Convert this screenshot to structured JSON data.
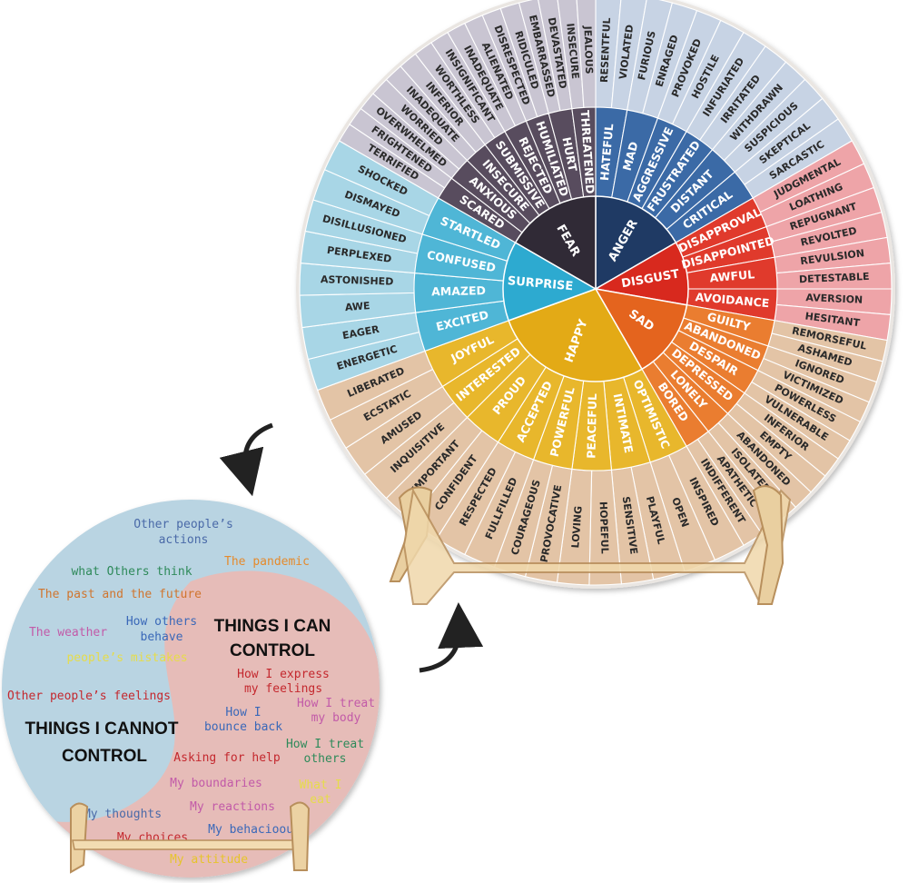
{
  "emotion_wheel": {
    "core": [
      {
        "label": "ANGER",
        "color": "#1f3a64"
      },
      {
        "label": "DISGUST",
        "color": "#d8291e"
      },
      {
        "label": "SAD",
        "color": "#e4641e"
      },
      {
        "label": "HAPPY",
        "color": "#e3aa16"
      },
      {
        "label": "SURPRISE",
        "color": "#2daad0"
      },
      {
        "label": "FEAR",
        "color": "#302a36"
      }
    ],
    "middle": [
      {
        "label": "HATEFUL",
        "group": 0
      },
      {
        "label": "MAD",
        "group": 0
      },
      {
        "label": "AGGRESSIVE",
        "group": 0
      },
      {
        "label": "FRUSTRATED",
        "group": 0
      },
      {
        "label": "DISTANT",
        "group": 0
      },
      {
        "label": "CRITICAL",
        "group": 0
      },
      {
        "label": "DISAPPROVAL",
        "group": 1
      },
      {
        "label": "DISAPPOINTED",
        "group": 1
      },
      {
        "label": "AWFUL",
        "group": 1
      },
      {
        "label": "AVOIDANCE",
        "group": 1
      },
      {
        "label": "GUILTY",
        "group": 2
      },
      {
        "label": "ABANDONED",
        "group": 2
      },
      {
        "label": "DESPAIR",
        "group": 2
      },
      {
        "label": "DEPRESSED",
        "group": 2
      },
      {
        "label": "LONELY",
        "group": 2
      },
      {
        "label": "BORED",
        "group": 2
      },
      {
        "label": "OPTIMISTIC",
        "group": 3
      },
      {
        "label": "INTIMATE",
        "group": 3
      },
      {
        "label": "PEACEFUL",
        "group": 3
      },
      {
        "label": "POWERFUL",
        "group": 3
      },
      {
        "label": "ACCEPTED",
        "group": 3
      },
      {
        "label": "PROUD",
        "group": 3
      },
      {
        "label": "INTERESTED",
        "group": 3
      },
      {
        "label": "JOYFUL",
        "group": 3
      },
      {
        "label": "EXCITED",
        "group": 4
      },
      {
        "label": "AMAZED",
        "group": 4
      },
      {
        "label": "CONFUSED",
        "group": 4
      },
      {
        "label": "STARTLED",
        "group": 4
      },
      {
        "label": "SCARED",
        "group": 5
      },
      {
        "label": "ANXIOUS",
        "group": 5
      },
      {
        "label": "INSECURE",
        "group": 5
      },
      {
        "label": "SUBMISSIVE",
        "group": 5
      },
      {
        "label": "REJECTED",
        "group": 5
      },
      {
        "label": "HUMILIATED",
        "group": 5
      },
      {
        "label": "HURT",
        "group": 5
      },
      {
        "label": "THREATENED",
        "group": 5
      }
    ],
    "outer": [
      {
        "label": "RESENTFUL",
        "group": 0
      },
      {
        "label": "VIOLATED",
        "group": 0
      },
      {
        "label": "FURIOUS",
        "group": 0
      },
      {
        "label": "ENRAGED",
        "group": 0
      },
      {
        "label": "PROVOKED",
        "group": 0
      },
      {
        "label": "HOSTILE",
        "group": 0
      },
      {
        "label": "INFURIATED",
        "group": 0
      },
      {
        "label": "IRRITATED",
        "group": 0
      },
      {
        "label": "WITHDRAWN",
        "group": 0
      },
      {
        "label": "SUSPICIOUS",
        "group": 0
      },
      {
        "label": "SKEPTICAL",
        "group": 0
      },
      {
        "label": "SARCASTIC",
        "group": 0
      },
      {
        "label": "JUDGMENTAL",
        "group": 1
      },
      {
        "label": "LOATHING",
        "group": 1
      },
      {
        "label": "REPUGNANT",
        "group": 1
      },
      {
        "label": "REVOLTED",
        "group": 1
      },
      {
        "label": "REVULSION",
        "group": 1
      },
      {
        "label": "DETESTABLE",
        "group": 1
      },
      {
        "label": "AVERSION",
        "group": 1
      },
      {
        "label": "HESITANT",
        "group": 1
      },
      {
        "label": "REMORSEFUL",
        "group": 2
      },
      {
        "label": "ASHAMED",
        "group": 2
      },
      {
        "label": "IGNORED",
        "group": 2
      },
      {
        "label": "VICTIMIZED",
        "group": 2
      },
      {
        "label": "POWERLESS",
        "group": 2
      },
      {
        "label": "VULNERABLE",
        "group": 2
      },
      {
        "label": "INFERIOR",
        "group": 2
      },
      {
        "label": "EMPTY",
        "group": 2
      },
      {
        "label": "ABANDONED",
        "group": 2
      },
      {
        "label": "ISOLATED",
        "group": 2
      },
      {
        "label": "APATHETIC",
        "group": 2
      },
      {
        "label": "INDIFFERENT",
        "group": 2
      },
      {
        "label": "INSPIRED",
        "group": 3
      },
      {
        "label": "OPEN",
        "group": 3
      },
      {
        "label": "PLAYFUL",
        "group": 3
      },
      {
        "label": "SENSITIVE",
        "group": 3
      },
      {
        "label": "HOPEFUL",
        "group": 3
      },
      {
        "label": "LOVING",
        "group": 3
      },
      {
        "label": "PROVOCATIVE",
        "group": 3
      },
      {
        "label": "COURAGEOUS",
        "group": 3
      },
      {
        "label": "FULLFILLED",
        "group": 3
      },
      {
        "label": "RESPECTED",
        "group": 3
      },
      {
        "label": "CONFIDENT",
        "group": 3
      },
      {
        "label": "IMPORTANT",
        "group": 3
      },
      {
        "label": "INQUISITIVE",
        "group": 3
      },
      {
        "label": "AMUSED",
        "group": 3
      },
      {
        "label": "ECSTATIC",
        "group": 3
      },
      {
        "label": "LIBERATED",
        "group": 3
      },
      {
        "label": "ENERGETIC",
        "group": 4
      },
      {
        "label": "EAGER",
        "group": 4
      },
      {
        "label": "AWE",
        "group": 4
      },
      {
        "label": "ASTONISHED",
        "group": 4
      },
      {
        "label": "PERPLEXED",
        "group": 4
      },
      {
        "label": "DISILLUSIONED",
        "group": 4
      },
      {
        "label": "DISMAYED",
        "group": 4
      },
      {
        "label": "SHOCKED",
        "group": 4
      },
      {
        "label": "TERRIFIED",
        "group": 5
      },
      {
        "label": "FRIGHTENED",
        "group": 5
      },
      {
        "label": "OVERWHELMED",
        "group": 5
      },
      {
        "label": "WORRIED",
        "group": 5
      },
      {
        "label": "INADEQUATE",
        "group": 5
      },
      {
        "label": "INFERIOR",
        "group": 5
      },
      {
        "label": "WORTHLESS",
        "group": 5
      },
      {
        "label": "INSIGNIFICANT",
        "group": 5
      },
      {
        "label": "INADEQUATE",
        "group": 5
      },
      {
        "label": "ALIENATED",
        "group": 5
      },
      {
        "label": "DISRESPECTED",
        "group": 5
      },
      {
        "label": "RIDICULED",
        "group": 5
      },
      {
        "label": "EMBARRASSED",
        "group": 5
      },
      {
        "label": "DEVASTATED",
        "group": 5
      },
      {
        "label": "INSECURE",
        "group": 5
      },
      {
        "label": "JEALOUS",
        "group": 5
      }
    ],
    "group_colors": {
      "middle": [
        "#3b6aa6",
        "#e03a2c",
        "#ea7d30",
        "#e8b72c",
        "#4fb6d6",
        "#584c5e"
      ],
      "outer": [
        "#c7d3e4",
        "#eea4a8",
        "#e3c4a6",
        "#e3c4a6",
        "#a8d6e6",
        "#c9c5d2"
      ]
    }
  },
  "control_board": {
    "cannot_title_line1": "THINGS I CANNOT",
    "cannot_title_line2": "CONTROL",
    "can_title_line1": "THINGS I CAN",
    "can_title_line2": "CONTROL",
    "cannot_items": [
      {
        "line1": "Other people’s",
        "line2": "actions",
        "color": "#4a6aa8"
      },
      {
        "line1": "The pandemic",
        "line2": "",
        "color": "#e58a2c"
      },
      {
        "line1": "what Others think",
        "line2": "",
        "color": "#2e8a5a"
      },
      {
        "line1": "The past and the future",
        "line2": "",
        "color": "#d0752e"
      },
      {
        "line1": "The weather",
        "line2": "",
        "color": "#c25aa8"
      },
      {
        "line1": "How others",
        "line2": "behave",
        "color": "#3a68b8"
      },
      {
        "line1": "people’s mistakes",
        "line2": "",
        "color": "#e6dc4a"
      },
      {
        "line1": "Other people’s feelings",
        "line2": "",
        "color": "#c4282e"
      }
    ],
    "can_items": [
      {
        "line1": "How I express",
        "line2": "my feelings",
        "color": "#c4282e"
      },
      {
        "line1": "How I",
        "line2": "bounce back",
        "color": "#3a68b8"
      },
      {
        "line1": "How I treat",
        "line2": "my body",
        "color": "#c25aa8"
      },
      {
        "line1": "How I treat",
        "line2": "others",
        "color": "#2e8a5a"
      },
      {
        "line1": "Asking for help",
        "line2": "",
        "color": "#c4282e"
      },
      {
        "line1": "My boundaries",
        "line2": "",
        "color": "#c25aa8"
      },
      {
        "line1": "What I",
        "line2": "eat",
        "color": "#e6dc4a"
      },
      {
        "line1": "My thoughts",
        "line2": "",
        "color": "#4a6aa8"
      },
      {
        "line1": "My reactions",
        "line2": "",
        "color": "#c25aa8"
      },
      {
        "line1": "My choices",
        "line2": "",
        "color": "#c4282e"
      },
      {
        "line1": "My behacioour",
        "line2": "",
        "color": "#3a68b8"
      },
      {
        "line1": "My attitude",
        "line2": "",
        "color": "#e6c42c"
      }
    ],
    "colors": {
      "blue": "#b9d4e2",
      "pink": "#e6bcb8"
    }
  }
}
